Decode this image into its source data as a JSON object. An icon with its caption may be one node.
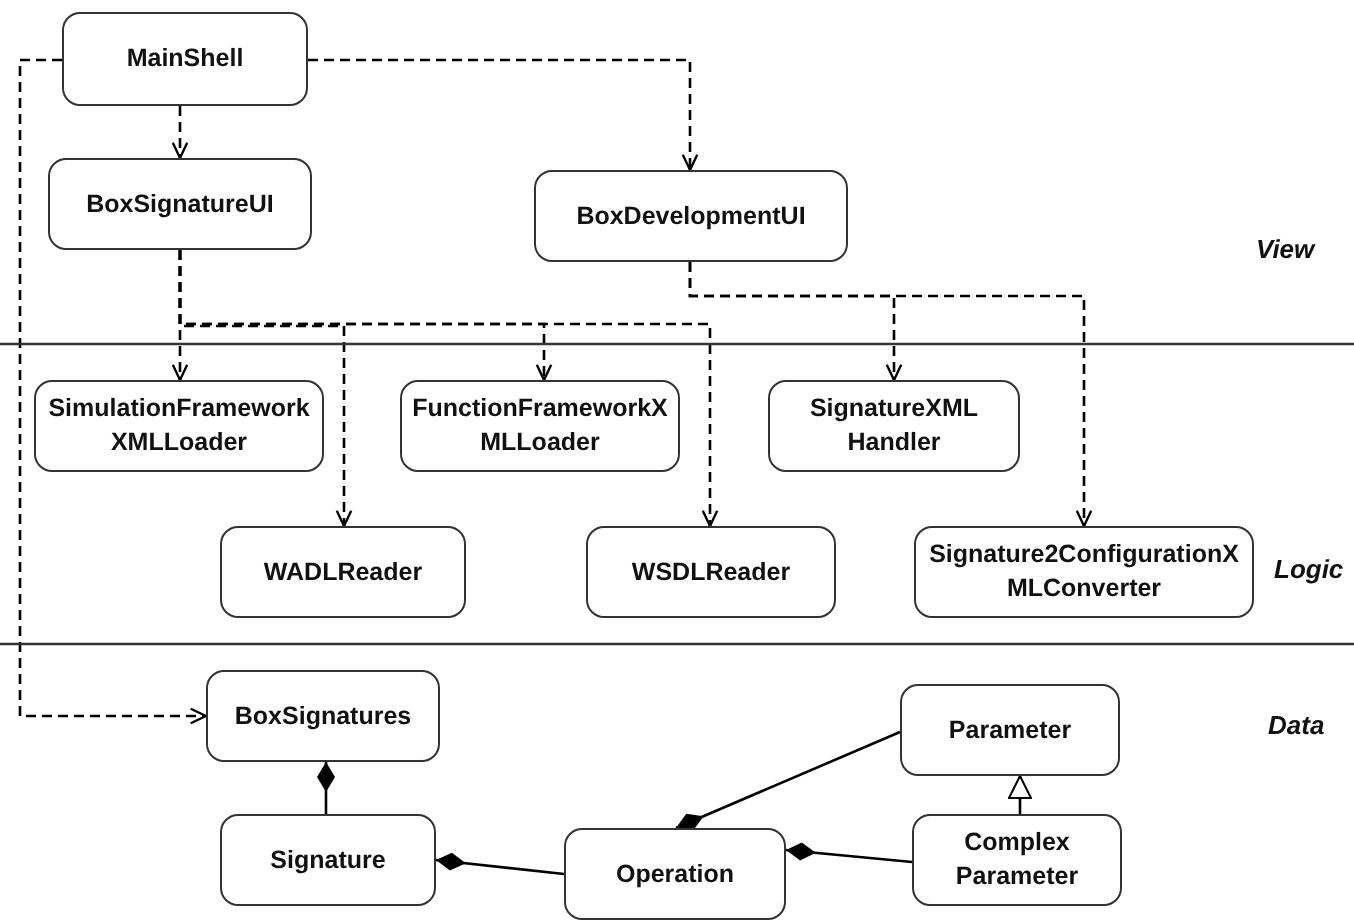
{
  "diagram": {
    "nodes": [
      {
        "text": [
          "MainShell"
        ]
      },
      {
        "text": [
          "BoxSignatureUI"
        ]
      },
      {
        "text": [
          "BoxDevelopmentUI"
        ]
      },
      {
        "text": [
          "SimulationFrameworkXMLLoader"
        ]
      },
      {
        "text": [
          "FunctionFrameworkXMLLoader"
        ]
      },
      {
        "text": [
          "SignatureXML Handler"
        ]
      },
      {
        "text": [
          "WADLReader"
        ]
      },
      {
        "text": [
          "WSDLReader"
        ]
      },
      {
        "text": [
          "Signature2ConfigurationXMLConverter"
        ]
      },
      {
        "text": [
          "BoxSignatures"
        ]
      },
      {
        "text": [
          "Signature"
        ]
      },
      {
        "text": [
          "Operation"
        ]
      },
      {
        "text": [
          "Parameter"
        ]
      },
      {
        "text": [
          "Complex Parameter"
        ]
      }
    ],
    "edges": [
      {
        "from": 0,
        "to": 1,
        "arrow": "to",
        "style": "dashed"
      },
      {
        "from": 0,
        "to": 2,
        "arrow": "to",
        "style": "dashed"
      },
      {
        "from": 0,
        "to": 9,
        "arrow": "to",
        "style": "dashed"
      },
      {
        "from": 1,
        "to": 3,
        "arrow": "to",
        "style": "dashed"
      },
      {
        "from": 1,
        "to": 4,
        "arrow": "to",
        "style": "dashed"
      },
      {
        "from": 1,
        "to": 6,
        "arrow": "to",
        "style": "dashed"
      },
      {
        "from": 1,
        "to": 7,
        "arrow": "to",
        "style": "dashed"
      },
      {
        "from": 2,
        "to": 5,
        "arrow": "to",
        "style": "dashed"
      },
      {
        "from": 2,
        "to": 8,
        "arrow": "to",
        "style": "dashed"
      },
      {
        "from": 9,
        "to": 10,
        "arrow": "other"
      },
      {
        "from": 10,
        "to": 11,
        "arrow": "other"
      },
      {
        "from": 11,
        "to": 12,
        "arrow": "other"
      },
      {
        "from": 11,
        "to": 13,
        "arrow": "other"
      },
      {
        "from": 13,
        "to": 12,
        "arrow": "to"
      }
    ],
    "labels": [
      "View",
      "Logic",
      "Data"
    ]
  }
}
